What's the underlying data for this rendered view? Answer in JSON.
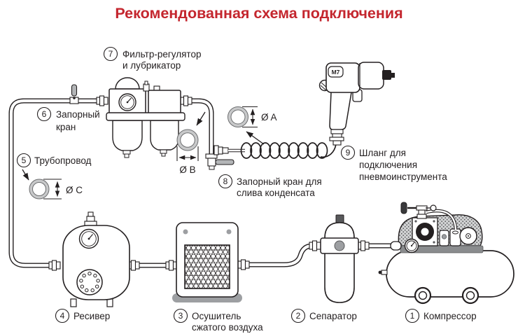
{
  "title": "Рекомендованная схема подключения",
  "colors": {
    "title_red": "#c4262e",
    "line": "#231f20",
    "gray": "#9d9fa2"
  },
  "labels": {
    "compressor": {
      "num": "1",
      "line1": "Компрессор"
    },
    "separator": {
      "num": "2",
      "line1": "Сепаратор"
    },
    "dryer": {
      "num": "3",
      "line1": "Осушитель",
      "line2": "сжатого воздуха"
    },
    "receiver": {
      "num": "4",
      "line1": "Ресивер"
    },
    "pipeline": {
      "num": "5",
      "line1": "Трубопровод"
    },
    "shutoff_valve": {
      "num": "6",
      "line1": "Запорный",
      "line2": "кран"
    },
    "filter_regulator": {
      "num": "7",
      "line1": "Фильтр-регулятор",
      "line2": "и лубрикатор"
    },
    "drain_valve": {
      "num": "8",
      "line1": "Запорный кран для",
      "line2": "слива конденсата"
    },
    "hose": {
      "num": "9",
      "line1": "Шланг для",
      "line2": "подключения",
      "line3": "пневмоинструмента"
    }
  },
  "dimensions": {
    "dia_a": "Ø A",
    "dia_b": "Ø B",
    "dia_c": "Ø C"
  },
  "tool": {
    "logo": "M7"
  }
}
